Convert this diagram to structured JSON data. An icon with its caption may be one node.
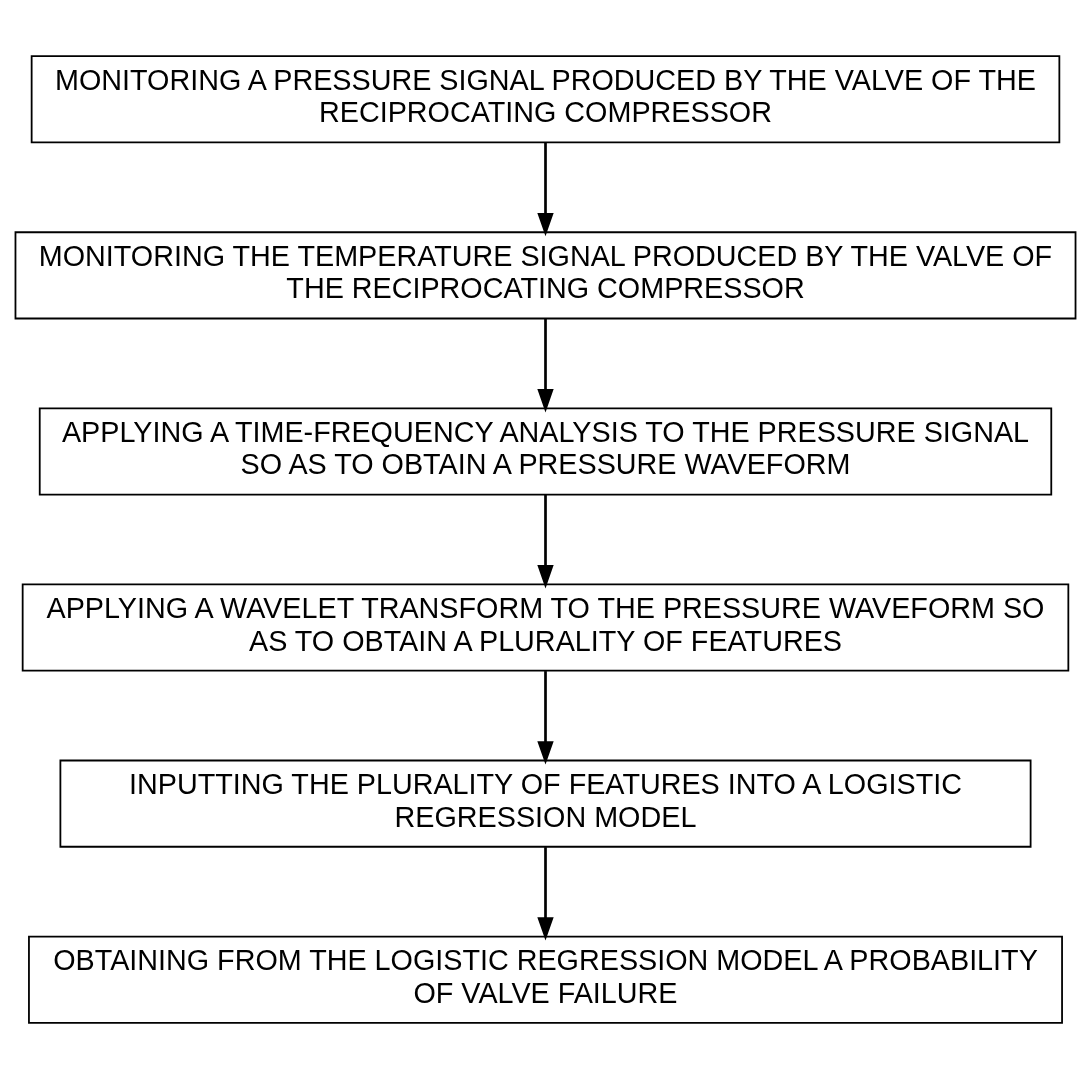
{
  "diagram": {
    "nodes": [
      {
        "text": [
          "MONITORING A PRESSURE SIGNAL PRODUCED BY THE VALVE OF THE RECIPROCATING COMPRESSOR"
        ]
      },
      {
        "text": [
          "MONITORING THE TEMPERATURE SIGNAL PRODUCED BY THE VALVE OF THE RECIPROCATING COMPRESSOR"
        ]
      },
      {
        "text": [
          "APPLYING A TIME-FREQUENCY ANALYSIS TO THE PRESSURE SIGNAL SO AS TO OBTAIN A PRESSURE WAVEFORM"
        ]
      },
      {
        "text": [
          "APPLYING A WAVELET TRANSFORM TO THE PRESSURE WAVEFORM SO AS TO OBTAIN A PLURALITY OF FEATURES"
        ]
      },
      {
        "text": [
          "INPUTTING THE PLURALITY OF FEATURES INTO A LOGISTIC REGRESSION MODEL"
        ]
      },
      {
        "text": [
          "OBTAINING FROM THE LOGISTIC REGRESSION MODEL A PROBABILITY OF VALVE FAILURE"
        ]
      }
    ],
    "edges": [
      {
        "from": 0,
        "to": 1,
        "arrow": "to"
      },
      {
        "from": 1,
        "to": 2,
        "arrow": "to"
      },
      {
        "from": 2,
        "to": 3,
        "arrow": "to"
      },
      {
        "from": 3,
        "to": 4,
        "arrow": "to"
      },
      {
        "from": 4,
        "to": 5,
        "arrow": "to"
      }
    ]
  }
}
